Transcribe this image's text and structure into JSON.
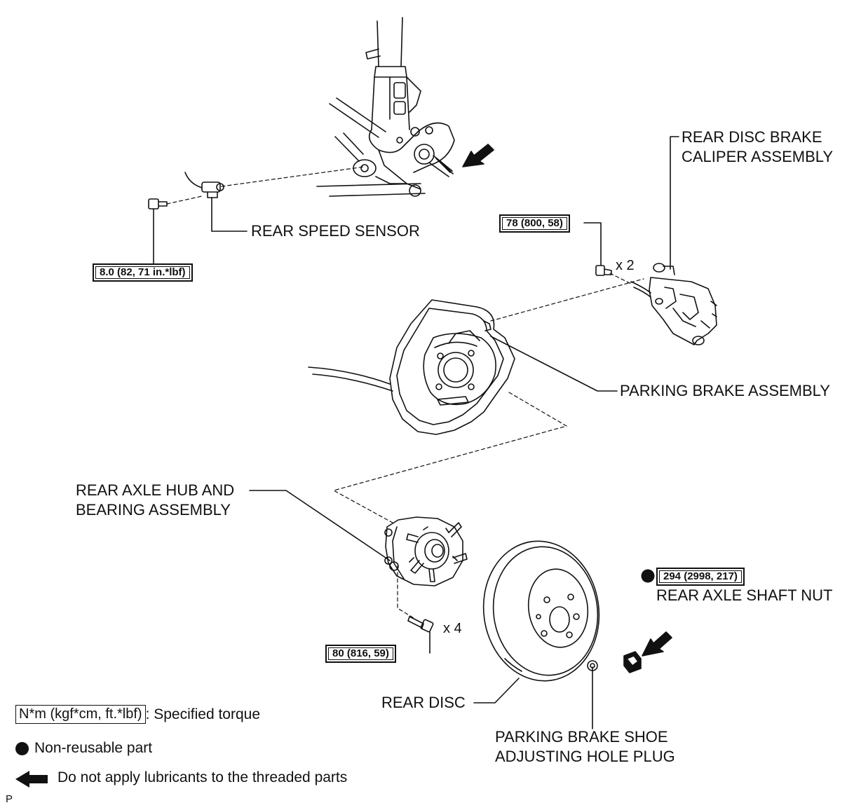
{
  "labels": {
    "rear_speed_sensor": "REAR SPEED SENSOR",
    "caliper_line1": "REAR DISC BRAKE",
    "caliper_line2": "CALIPER ASSEMBLY",
    "parking_brake": "PARKING BRAKE ASSEMBLY",
    "hub_line1": "REAR AXLE HUB AND",
    "hub_line2": "BEARING ASSEMBLY",
    "axle_nut": "REAR AXLE SHAFT NUT",
    "rear_disc": "REAR DISC",
    "plug_line1": "PARKING BRAKE SHOE",
    "plug_line2": "ADJUSTING HOLE PLUG"
  },
  "torques": {
    "speed_sensor_bolt": "8.0 (82, 71 in.*lbf)",
    "caliper_bolt": "78 (800, 58)",
    "hub_bolt": "80 (816, 59)",
    "axle_nut": "294 (2998, 217)"
  },
  "quantities": {
    "caliper_bolt": "x 2",
    "hub_bolt": "x 4"
  },
  "legend": {
    "torque_box": "N*m (kgf*cm, ft.*lbf)",
    "torque_text": ": Specified torque",
    "non_reusable": "Non-reusable part",
    "no_lubricant": "Do not apply lubricants to the threaded parts"
  },
  "page_code": "P",
  "icons": {
    "non_reusable": "filled-circle-icon",
    "no_lubricant": "left-arrow-icon"
  }
}
